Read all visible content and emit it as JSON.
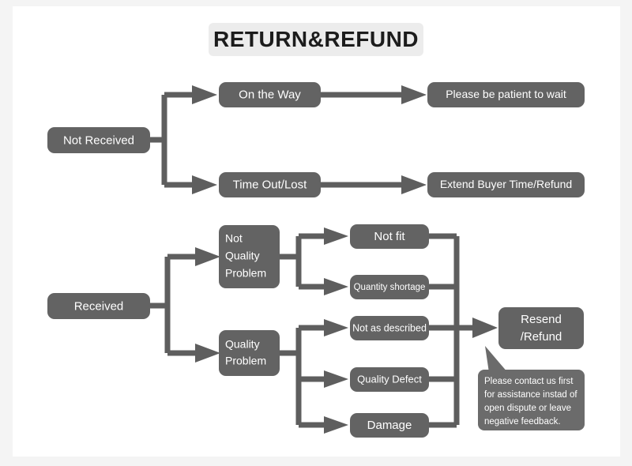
{
  "page": {
    "background_color": "#f4f4f4",
    "sheet_color": "#ffffff",
    "node_color": "#636363",
    "connector_color": "#5e5e5e",
    "callout_color": "#6b6b6b",
    "title_background": "#ececec",
    "title_text_color": "#1c1c1c"
  },
  "title": {
    "text": "RETURN&REFUND"
  },
  "nodes": {
    "not_received": "Not Received",
    "on_the_way": "On the Way",
    "time_out_lost": "Time Out/Lost",
    "please_wait": "Please be patient to wait",
    "extend_buyer": "Extend Buyer Time/Refund",
    "received": "Received",
    "not_quality_problem_l1": "Not",
    "not_quality_problem_l2": "Quality",
    "not_quality_problem_l3": "Problem",
    "quality_problem_l1": "Quality",
    "quality_problem_l2": "Problem",
    "not_fit": "Not fit",
    "quantity_shortage": "Quantity shortage",
    "not_as_described": "Not as described",
    "quality_defect": "Quality Defect",
    "damage": "Damage",
    "resend_refund_l1": "Resend",
    "resend_refund_l2": "/Refund"
  },
  "callout": {
    "line1": "Please contact us first",
    "line2": "for assistance instad of",
    "line3": "open dispute or leave",
    "line4": "negative feedback."
  }
}
